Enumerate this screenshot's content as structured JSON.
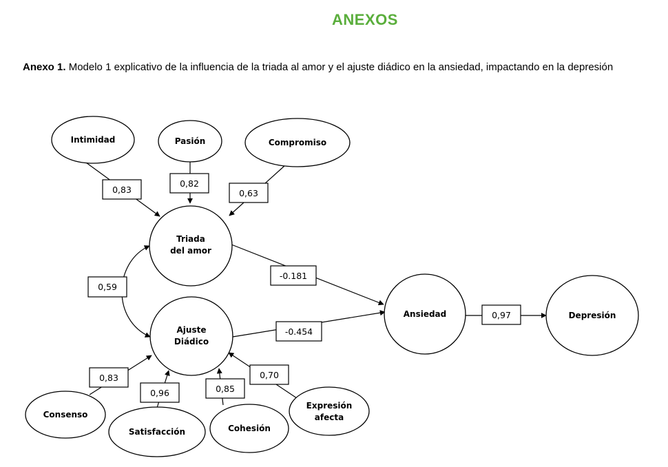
{
  "title": "ANEXOS",
  "title_color": "#5aae3c",
  "caption": {
    "prefix": "Anexo 1.",
    "text": "Modelo 1 explicativo de la influencia de la triada al amor y el ajuste diádico en la ansiedad, impactando en la depresión"
  },
  "nodes": {
    "intimidad": [
      "Intimidad"
    ],
    "pasion": [
      "Pasión"
    ],
    "compromiso": [
      "Compromiso"
    ],
    "triada": [
      "Triada",
      "del amor"
    ],
    "ajuste": [
      "Ajuste",
      "Diádico"
    ],
    "ansiedad": [
      "Ansiedad"
    ],
    "depresion": [
      "Depresión"
    ],
    "consenso": [
      "Consenso"
    ],
    "satisfaccion": [
      "Satisfacción"
    ],
    "cohesion": [
      "Cohesión"
    ],
    "expresion": [
      "Expresión",
      "afecta"
    ]
  },
  "coefficients": {
    "intimidad_triada": "0,83",
    "pasion_triada": "0,82",
    "compromiso_triada": "0,63",
    "triada_ajuste": "0,59",
    "triada_ansiedad": "-0.181",
    "ajuste_ansiedad": "-0.454",
    "ansiedad_depresion": "0,97",
    "consenso_ajuste": "0,83",
    "satisfaccion_ajuste": "0,96",
    "cohesion_ajuste": "0,85",
    "expresion_ajuste": "0,70"
  }
}
